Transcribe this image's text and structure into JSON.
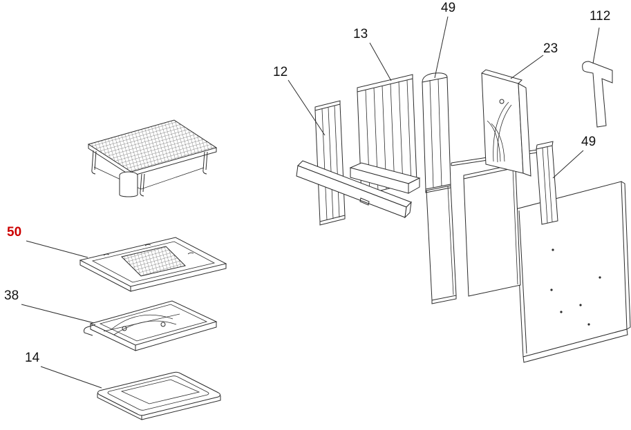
{
  "diagram": {
    "type": "exploded-parts-diagram",
    "colors": {
      "background": "#ffffff",
      "line": "#2a2a2a",
      "label": "#111111",
      "highlight": "#cc0000"
    },
    "labels": {
      "l49_top": {
        "text": "49"
      },
      "l13": {
        "text": "13"
      },
      "l112": {
        "text": "112"
      },
      "l23": {
        "text": "23"
      },
      "l12": {
        "text": "12"
      },
      "l49_right": {
        "text": "49"
      },
      "l50": {
        "text": "50"
      },
      "l38": {
        "text": "38"
      },
      "l14": {
        "text": "14"
      }
    }
  }
}
